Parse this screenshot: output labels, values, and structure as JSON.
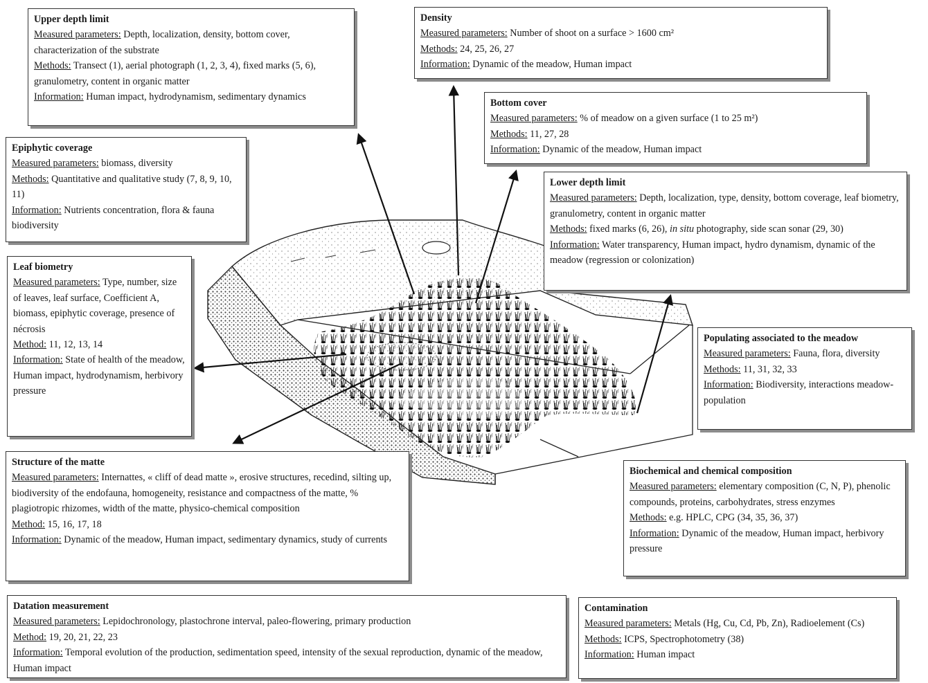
{
  "upper_depth_limit": {
    "title": "Upper depth limit",
    "param_label": "Measured parameters:",
    "param_text": " Depth, localization, density, bottom cover, characterization of the substrate",
    "methods_label": "Methods:",
    "methods_text": " Transect (1), aerial photograph (1, 2, 3, 4), fixed marks (5, 6), granulometry, content in organic matter",
    "info_label": "Information:",
    "info_text": " Human impact, hydrodynamism, sedimentary dynamics"
  },
  "density": {
    "title": "Density",
    "param_label": "Measured parameters:",
    "param_text": " Number of shoot on a surface > 1600 cm²",
    "methods_label": "Methods:",
    "methods_text": " 24, 25, 26, 27",
    "info_label": "Information:",
    "info_text": " Dynamic of the meadow, Human impact"
  },
  "bottom_cover": {
    "title": "Bottom cover",
    "param_label": "Measured parameters:",
    "param_text": " % of meadow on a given surface (1 to 25 m²)",
    "methods_label": "Methods:",
    "methods_text": " 11, 27, 28",
    "info_label": "Information:",
    "info_text": " Dynamic of the meadow, Human impact"
  },
  "epiphytic_coverage": {
    "title": "Epiphytic coverage",
    "param_label": "Measured parameters:",
    "param_text": " biomass, diversity",
    "methods_label": "Methods:",
    "methods_text": " Quantitative and qualitative study (7, 8, 9, 10, 11)",
    "info_label": "Information:",
    "info_text": " Nutrients concentration, flora & fauna biodiversity"
  },
  "lower_depth_limit": {
    "title": "Lower depth limit",
    "param_label": "Measured parameters:",
    "param_text": " Depth, localization, type, density, bottom coverage, leaf biometry, granulometry, content in organic matter",
    "methods_label": "Methods:",
    "methods_text_a": " fixed marks (6, 26), ",
    "methods_italic": "in situ",
    "methods_text_b": " photography, side scan sonar (29, 30)",
    "info_label": "Information:",
    "info_text": " Water transparency, Human impact, hydro dynamism, dynamic of the meadow (regression or colonization)"
  },
  "leaf_biometry": {
    "title": "Leaf biometry",
    "param_label": "Measured parameters:",
    "param_text": " Type, number, size of leaves, leaf surface, Coefficient A, biomass, epiphytic coverage, presence of nécrosis",
    "methods_label": "Method:",
    "methods_text": " 11, 12, 13, 14",
    "info_label": "Information:",
    "info_text": "  State of health of the meadow, Human impact, hydrodynamism, herbivory pressure"
  },
  "populating": {
    "title": "Populating associated to the meadow",
    "param_label": "Measured parameters:",
    "param_text": " Fauna, flora, diversity",
    "methods_label": "Methods:",
    "methods_text": " 11, 31, 32, 33",
    "info_label": "Information:",
    "info_text": " Biodiversity, interactions meadow-population"
  },
  "structure_matte": {
    "title": "Structure of the matte",
    "param_label": "Measured parameters:",
    "param_text": " Internattes, « cliff of dead matte », erosive structures, recedind, silting up, biodiversity of the endofauna, homogeneity, resistance and compactness of the matte, % plagiotropic rhizomes, width of the matte, physico-chemical composition",
    "methods_label": "Method:",
    "methods_text": " 15, 16, 17, 18",
    "info_label": "Information:",
    "info_text": " Dynamic of the meadow, Human impact, sedimentary dynamics, study of currents"
  },
  "biochemical": {
    "title": "Biochemical and chemical composition",
    "param_label": "Measured parameters:",
    "param_text": " elementary composition (C, N, P), phenolic compounds, proteins, carbohydrates, stress enzymes",
    "methods_label": "Methods:",
    "methods_text": " e.g. HPLC, CPG (34, 35, 36, 37)",
    "info_label": "Information:",
    "info_text": " Dynamic of the meadow, Human impact, herbivory pressure"
  },
  "datation": {
    "title": "Datation measurement",
    "param_label": "Measured parameters:",
    "param_text": " Lepidochronology, plastochrone interval, paleo-flowering, primary production",
    "methods_label": "Method:",
    "methods_text": " 19, 20, 21, 22, 23",
    "info_label": "Information:",
    "info_text": " Temporal evolution of the production, sedimentation speed, intensity of the sexual reproduction, dynamic of the meadow, Human impact"
  },
  "contamination": {
    "title": "Contamination",
    "param_label": "Measured parameters:",
    "param_text": " Metals (Hg, Cu, Cd, Pb, Zn), Radioelement (Cs)",
    "methods_label": "Methods:",
    "methods_text": " ICPS, Spectrophotometry (38)",
    "info_label": "Information:",
    "info_text": " Human impact"
  }
}
